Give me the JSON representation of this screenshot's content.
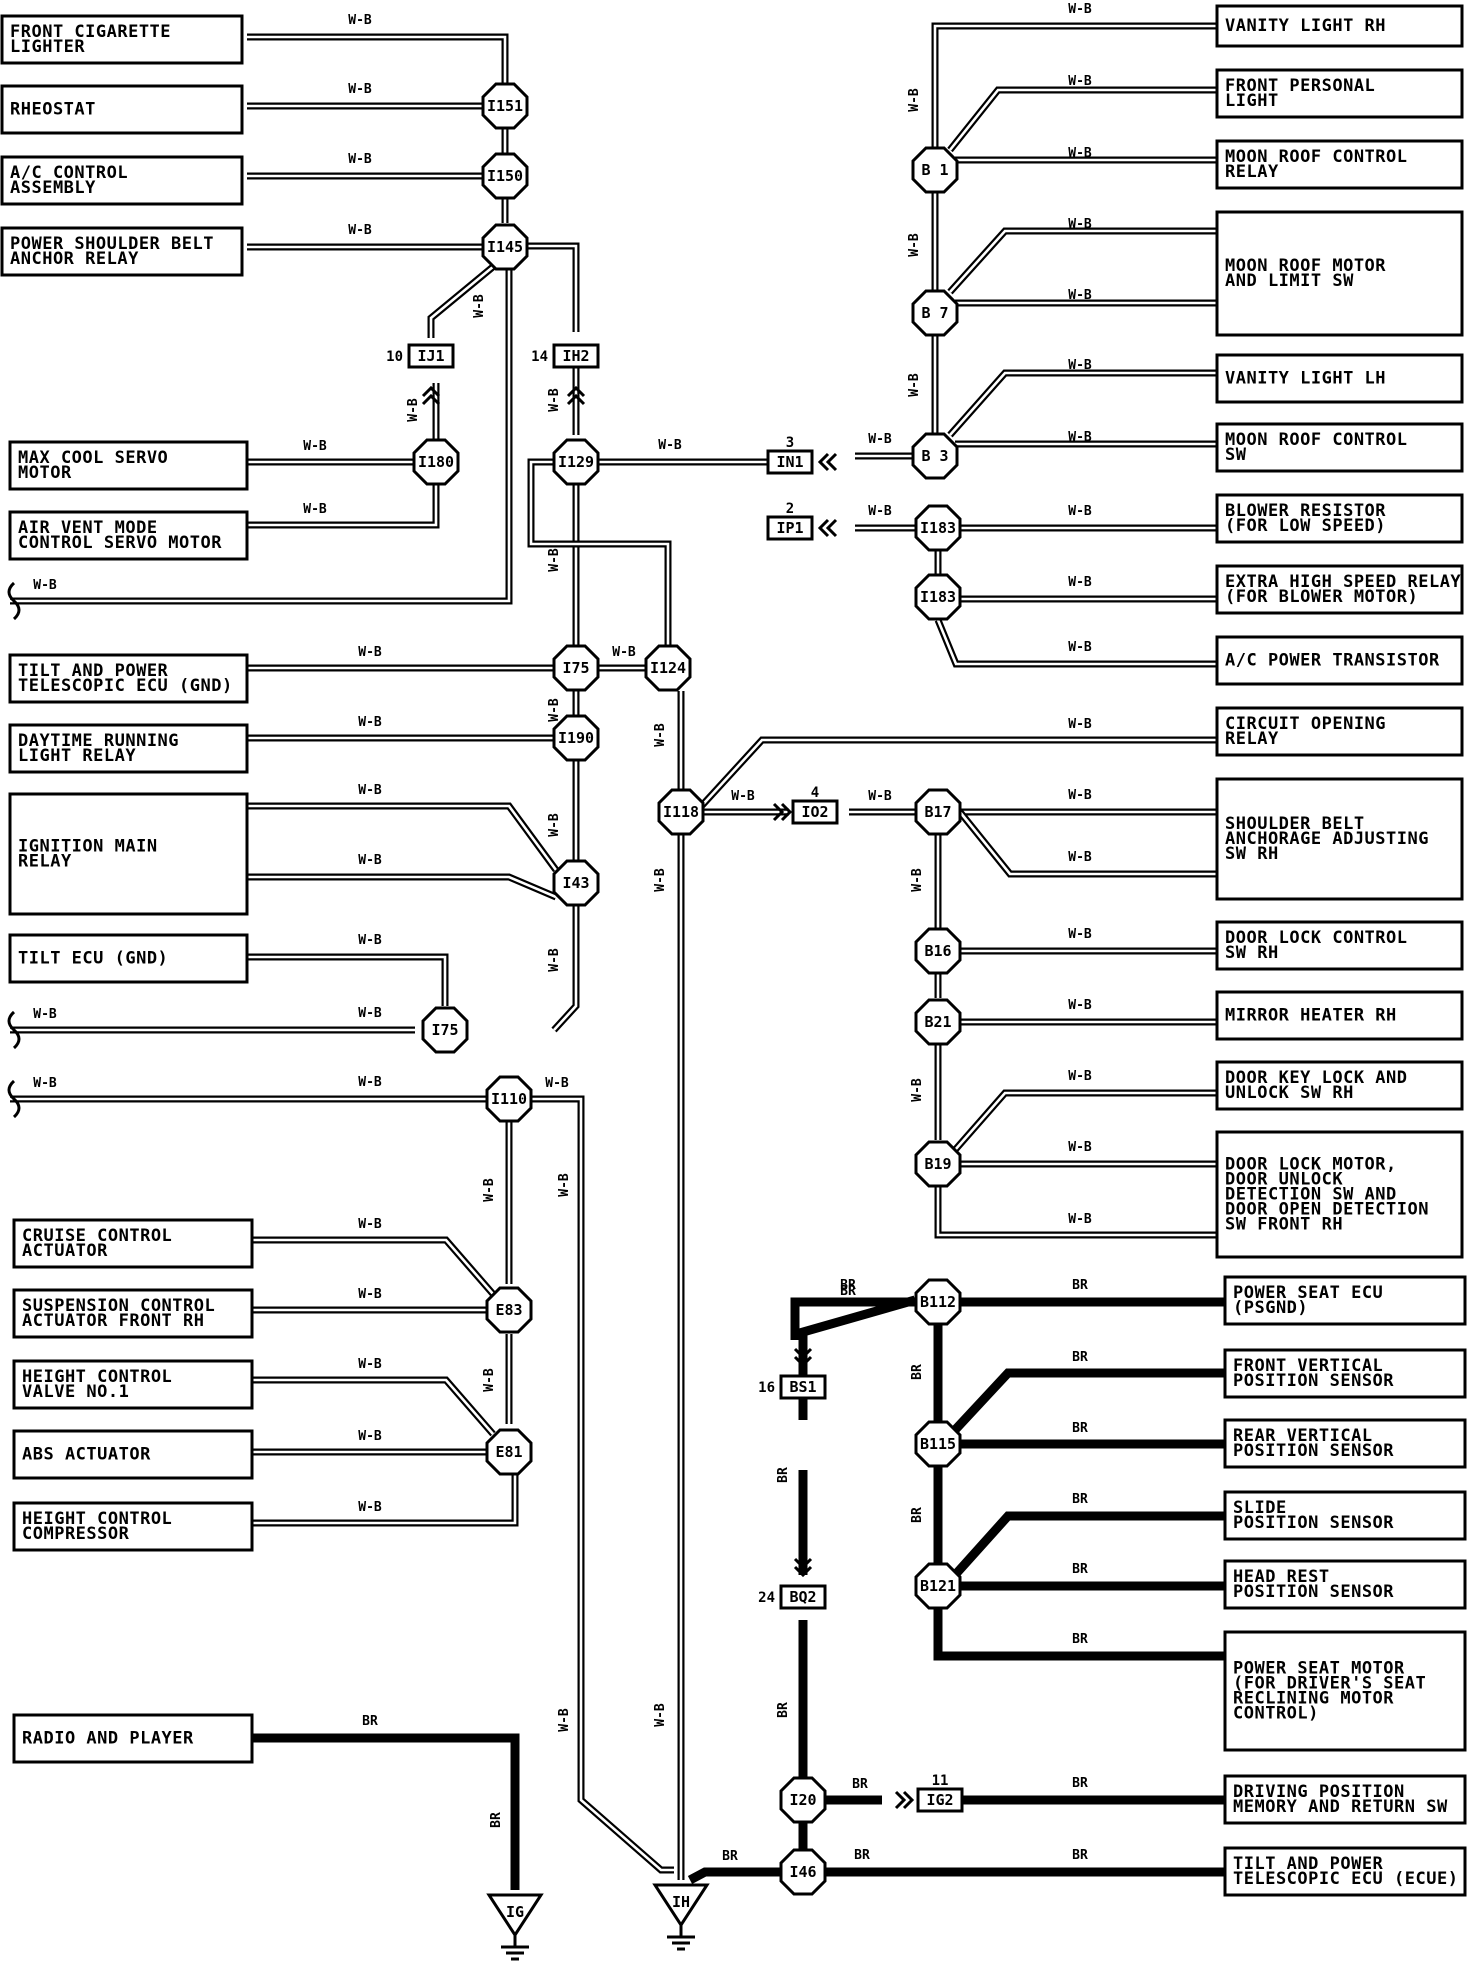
{
  "wire_colors": {
    "white_black": "W-B",
    "brown": "BR"
  },
  "colors": {
    "ink": "#000000",
    "paper": "#ffffff"
  },
  "components_left": {
    "front_cig": [
      "FRONT CIGARETTE",
      "LIGHTER"
    ],
    "rheostat": [
      "RHEOSTAT"
    ],
    "ac_ctrl": [
      "A/C CONTROL",
      "ASSEMBLY"
    ],
    "psb_relay": [
      "POWER SHOULDER BELT",
      "ANCHOR RELAY"
    ],
    "max_cool": [
      "MAX COOL SERVO",
      "MOTOR"
    ],
    "air_vent": [
      "AIR VENT MODE",
      "CONTROL SERVO MOTOR"
    ],
    "tilt_tele_gnd": [
      "TILT AND POWER",
      "TELESCOPIC ECU (GND)"
    ],
    "drl_relay": [
      "DAYTIME RUNNING",
      "LIGHT RELAY"
    ],
    "ign_main": [
      "IGNITION MAIN",
      "RELAY"
    ],
    "tilt_ecu": [
      "TILT ECU (GND)"
    ],
    "cruise": [
      "CRUISE CONTROL",
      "ACTUATOR"
    ],
    "susp": [
      "SUSPENSION CONTROL",
      "ACTUATOR FRONT RH"
    ],
    "hcv": [
      "HEIGHT CONTROL",
      "VALVE NO.1"
    ],
    "abs": [
      "ABS ACTUATOR"
    ],
    "hcc": [
      "HEIGHT CONTROL",
      "COMPRESSOR"
    ],
    "radio": [
      "RADIO AND PLAYER"
    ]
  },
  "components_right": {
    "vanity_rh": [
      "VANITY LIGHT RH"
    ],
    "front_personal": [
      "FRONT PERSONAL",
      "LIGHT"
    ],
    "mr_ctrl_relay": [
      "MOON ROOF CONTROL",
      "RELAY"
    ],
    "mr_motor": [
      "MOON ROOF MOTOR",
      "AND LIMIT SW"
    ],
    "vanity_lh": [
      "VANITY LIGHT LH"
    ],
    "mr_ctrl_sw": [
      "MOON ROOF CONTROL",
      "SW"
    ],
    "blower": [
      "BLOWER RESISTOR",
      "(FOR LOW SPEED)"
    ],
    "ehs_relay": [
      "EXTRA HIGH SPEED RELAY",
      "(FOR BLOWER MOTOR)"
    ],
    "ac_ptr": [
      "A/C POWER TRANSISTOR"
    ],
    "cor": [
      "CIRCUIT OPENING",
      "RELAY"
    ],
    "sb_adj": [
      "SHOULDER BELT",
      "ANCHORAGE ADJUSTING",
      "SW RH"
    ],
    "dl_ctrl": [
      "DOOR LOCK CONTROL",
      "SW RH"
    ],
    "mirror": [
      "MIRROR HEATER RH"
    ],
    "dk_lock": [
      "DOOR KEY LOCK AND",
      "UNLOCK SW RH"
    ],
    "dl_motor": [
      "DOOR LOCK MOTOR,",
      "DOOR UNLOCK",
      "DETECTION SW AND",
      "DOOR OPEN DETECTION",
      "SW FRONT RH"
    ],
    "ps_ecu": [
      "POWER SEAT ECU",
      "(PSGND)"
    ],
    "fvps": [
      "FRONT VERTICAL",
      "POSITION SENSOR"
    ],
    "rvps": [
      "REAR VERTICAL",
      "POSITION SENSOR"
    ],
    "slide": [
      "SLIDE",
      "POSITION SENSOR"
    ],
    "headrest": [
      "HEAD REST",
      "POSITION SENSOR"
    ],
    "ps_motor": [
      "POWER SEAT MOTOR",
      "(FOR DRIVER'S SEAT",
      "RECLINING MOTOR",
      "CONTROL)"
    ],
    "dpm": [
      "DRIVING POSITION",
      "MEMORY AND RETURN SW"
    ],
    "tilt_tele_ecue": [
      "TILT AND POWER",
      "TELESCOPIC ECU (ECUE)"
    ]
  },
  "junctions": {
    "i151": "I151",
    "i150": "I150",
    "i145": "I145",
    "i180": "I180",
    "i129": "I129",
    "i75a": "I75",
    "i124": "I124",
    "i190": "I190",
    "i43": "I43",
    "i75b": "I75",
    "i118": "I118",
    "i110": "I110",
    "e83": "E83",
    "e81": "E81",
    "b1": "B 1",
    "b7": "B 7",
    "b3": "B 3",
    "i183a": "I183",
    "i183b": "I183",
    "b17": "B17",
    "b16": "B16",
    "b21": "B21",
    "b19": "B19",
    "b112": "B112",
    "b115": "B115",
    "b121": "B121",
    "i20": "I20",
    "i46": "I46"
  },
  "connectors": {
    "ij1": {
      "id": "IJ1",
      "pin": "10"
    },
    "ih2": {
      "id": "IH2",
      "pin": "14"
    },
    "in1": {
      "id": "IN1",
      "pin": "3"
    },
    "ip1": {
      "id": "IP1",
      "pin": "2"
    },
    "io2": {
      "id": "IO2",
      "pin": "4"
    },
    "bs1": {
      "id": "BS1",
      "pin": "16"
    },
    "bq2": {
      "id": "BQ2",
      "pin": "24"
    },
    "ig2": {
      "id": "IG2",
      "pin": "11"
    }
  },
  "grounds": {
    "ig": "IG",
    "ih": "IH"
  }
}
